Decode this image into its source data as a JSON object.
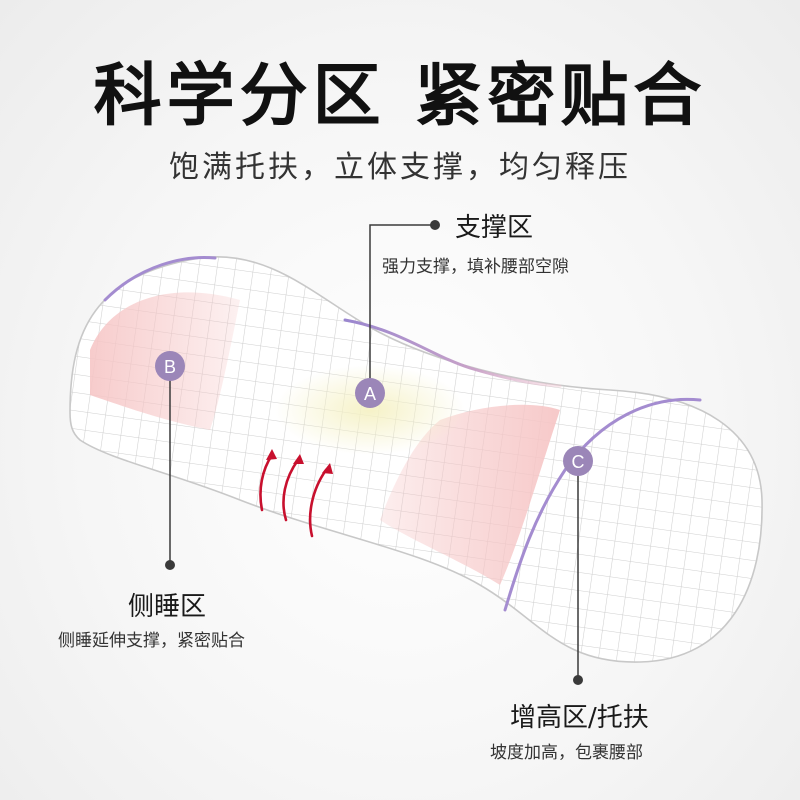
{
  "title": "科学分区 紧密贴合",
  "subtitle": "饱满托扶，立体支撑，均匀释压",
  "zones": {
    "a": {
      "badge": "A",
      "name": "支撑区",
      "desc": "强力支撑，填补腰部空隙"
    },
    "b": {
      "badge": "B",
      "name": "侧睡区",
      "desc": "侧睡延伸支撑，紧密贴合"
    },
    "c": {
      "badge": "C",
      "name": "增高区/托扶",
      "desc": "坡度加高，包裹腰部"
    }
  },
  "colors": {
    "badge": "#9b86b8",
    "outline_purple": "#a48cd0",
    "pink_zone": "#f4c3c3",
    "yellow_zone": "#f3efc6",
    "arrow_red": "#c8102e",
    "grid": "#cfcfcf"
  }
}
